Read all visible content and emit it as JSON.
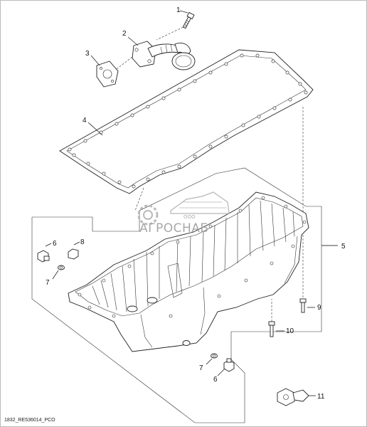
{
  "callouts": {
    "c1": "1",
    "c2": "2",
    "c3": "3",
    "c4": "4",
    "c5": "5",
    "c6a": "6",
    "c6b": "6",
    "c7a": "7",
    "c7b": "7",
    "c8": "8",
    "c9": "9",
    "c10": "10",
    "c11": "11"
  },
  "footer_code": "1832_RE536014_PCO",
  "watermark": {
    "text": "АГРОСНАБ",
    "sub": "ООО"
  }
}
